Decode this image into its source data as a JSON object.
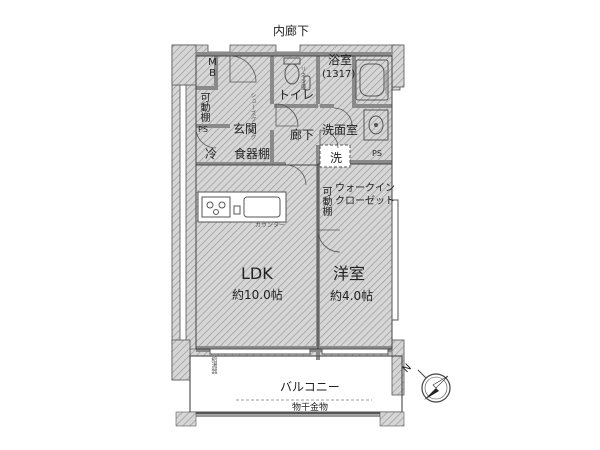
{
  "corridor": "内廊下",
  "rooms": {
    "mb": "MB",
    "bath": "浴室",
    "bath_size": "(1317)",
    "toilet": "トイレ",
    "storage_left": "可動棚",
    "ps_left": "PS",
    "entrance": "玄関",
    "hallway": "廊下",
    "washroom": "洗面室",
    "washer": "洗",
    "ps_right": "PS",
    "fridge": "冷",
    "dish_shelf": "食器棚",
    "storage_right": "可動棚",
    "walkin_1": "ウォークイン",
    "walkin_2": "クローゼット",
    "counter": "カウンター",
    "ldk": "LDK",
    "ldk_area": "約10.0帖",
    "western": "洋室",
    "western_area": "約4.0帖",
    "balcony": "バルコニー",
    "drying_rack": "物干金物",
    "aircon": "給湯器",
    "shoe_closet": "シューズクローク",
    "linen": "リネン庫"
  },
  "compass": "N",
  "colors": {
    "wall": "#8a8a8a",
    "wall_edge": "#555555",
    "tatami": "#f4e6cf",
    "floor_wet": "#ffffff",
    "storage": "#e9d8b8",
    "hatch": "#c8c8c8"
  }
}
